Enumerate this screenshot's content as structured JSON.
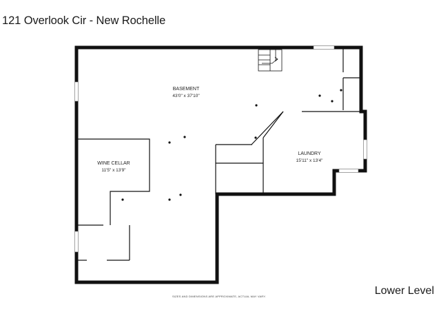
{
  "header": {
    "title": "121 Overlook Cir - New Rochelle"
  },
  "footer": {
    "level": "Lower Level",
    "disclaimer": "SIZES AND DIMENSIONS ARE APPROXIMATE, ACTUAL MAY VARY."
  },
  "rooms": {
    "basement": {
      "name": "BASEMENT",
      "dims": "43'0\" x 37'10\""
    },
    "wine_cellar": {
      "name": "WINE CELLAR",
      "dims": "11'5\" x 13'9\""
    },
    "laundry": {
      "name": "LAUNDRY",
      "dims": "15'11\" x 13'4\""
    }
  },
  "colors": {
    "wall": "#111111",
    "background": "#ffffff",
    "window": "#666666"
  }
}
